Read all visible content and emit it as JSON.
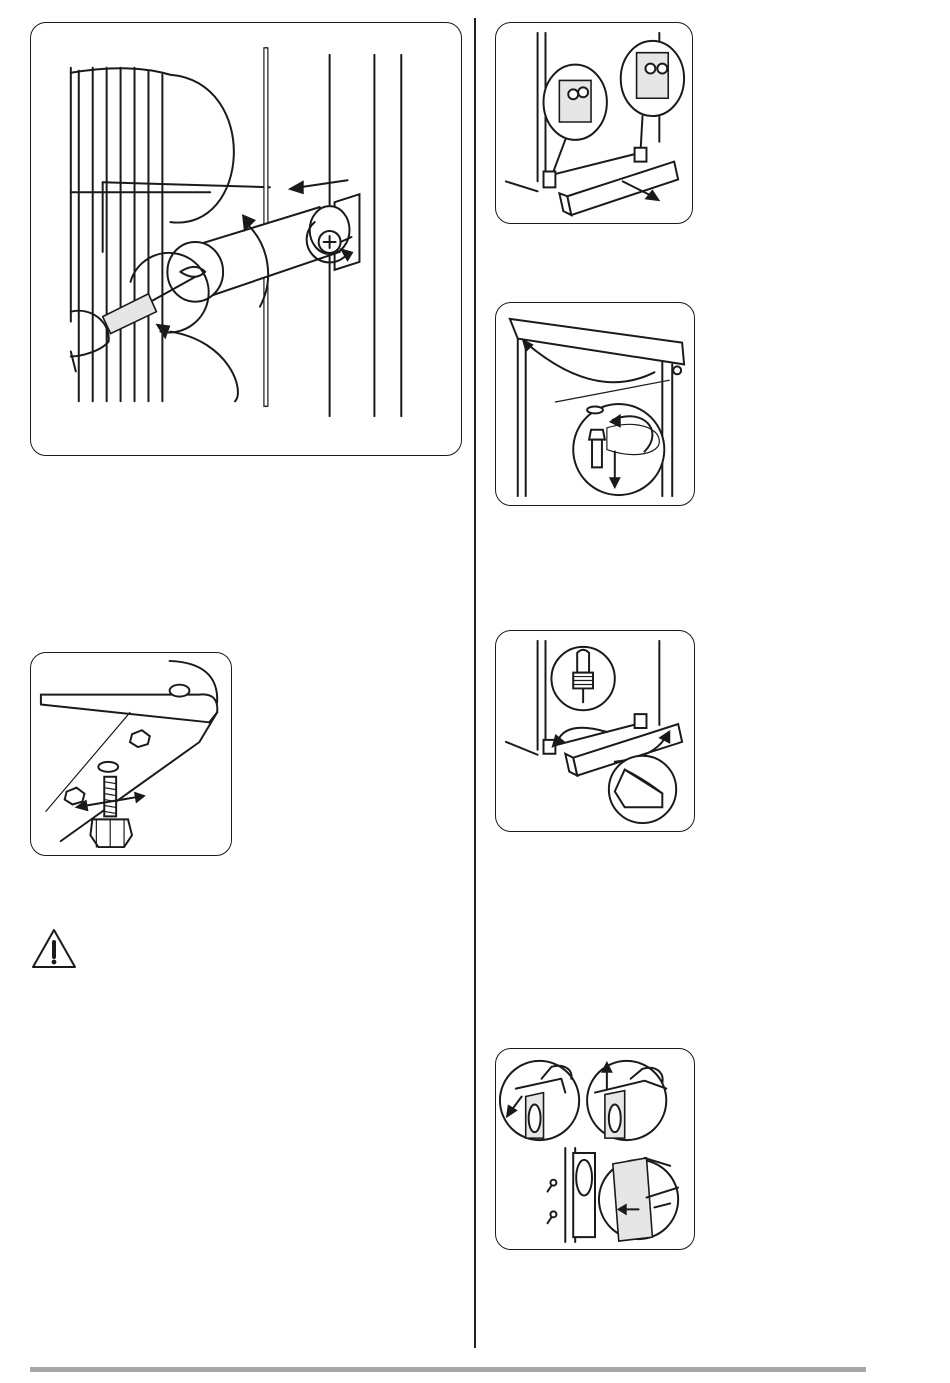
{
  "document": {
    "type": "appliance-installation-manual-page",
    "figures": [
      {
        "id": "fig-1",
        "icon": "condenser-spacer-install-illustration"
      },
      {
        "id": "fig-2",
        "icon": "leveling-foot-illustration"
      },
      {
        "id": "fig-3",
        "icon": "remove-kickplate-illustration"
      },
      {
        "id": "fig-4",
        "icon": "remove-top-hinge-pin-illustration"
      },
      {
        "id": "fig-5",
        "icon": "refit-kickplate-illustration"
      },
      {
        "id": "fig-6",
        "icon": "door-handle-swap-illustration"
      }
    ],
    "warning_icon": "warning-triangle-icon"
  },
  "colors": {
    "line": "#1a1a1a",
    "footer_rule": "#a6a6a6",
    "background": "#ffffff"
  }
}
